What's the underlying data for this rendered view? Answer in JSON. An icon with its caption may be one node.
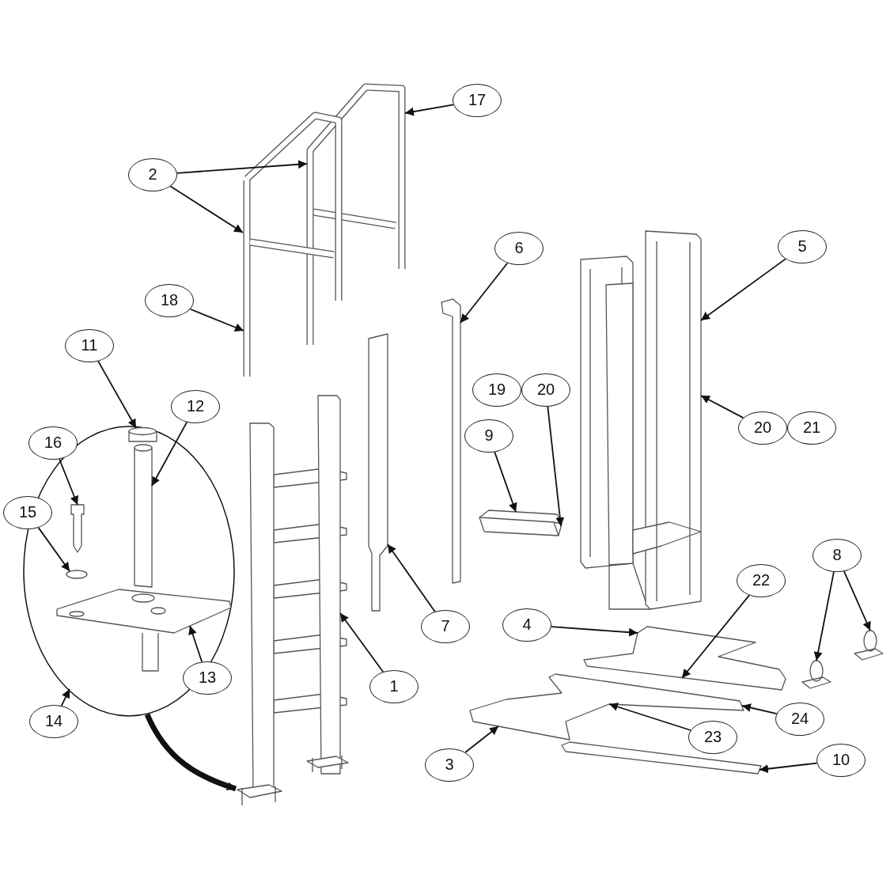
{
  "diagram": {
    "nodes": [
      {
        "text": [
          "17"
        ]
      },
      {
        "text": [
          "2"
        ]
      },
      {
        "text": [
          "6"
        ]
      },
      {
        "text": [
          "5"
        ]
      },
      {
        "text": [
          "18"
        ]
      },
      {
        "text": [
          "11"
        ]
      },
      {
        "text": [
          "19"
        ]
      },
      {
        "text": [
          "20"
        ]
      },
      {
        "text": [
          "12"
        ]
      },
      {
        "text": [
          "20"
        ]
      },
      {
        "text": [
          "21"
        ]
      },
      {
        "text": [
          "16"
        ]
      },
      {
        "text": [
          "9"
        ]
      },
      {
        "text": [
          "15"
        ]
      },
      {
        "text": [
          "8"
        ]
      },
      {
        "text": [
          "22"
        ]
      },
      {
        "text": [
          "4"
        ]
      },
      {
        "text": [
          "7"
        ]
      },
      {
        "text": [
          "13"
        ]
      },
      {
        "text": [
          "1"
        ]
      },
      {
        "text": [
          "14"
        ]
      },
      {
        "text": [
          "24"
        ]
      },
      {
        "text": [
          "23"
        ]
      },
      {
        "text": [
          "3"
        ]
      },
      {
        "text": [
          "10"
        ]
      },
      {
        "text": [],
        "shape": "picture"
      },
      {
        "text": [],
        "shape": "bar"
      },
      {
        "text": [],
        "shape": "picture"
      },
      {
        "text": [],
        "shape": "circle"
      },
      {
        "text": [],
        "shape": "cylinder",
        "in": 28
      },
      {
        "text": [],
        "shape": "picture",
        "in": 28
      },
      {
        "text": [],
        "shape": "picture",
        "in": 28
      },
      {
        "text": [],
        "shape": "circle",
        "in": 28
      },
      {
        "text": [],
        "shape": "picture",
        "in": 28
      },
      {
        "text": [],
        "shape": "picture"
      },
      {
        "text": [],
        "shape": "picture"
      },
      {
        "text": [],
        "shape": "bar"
      },
      {
        "text": [],
        "shape": "picture"
      },
      {
        "text": [],
        "shape": "picture"
      },
      {
        "text": [],
        "shape": "picture"
      },
      {
        "text": [],
        "shape": "picture"
      },
      {
        "text": [],
        "shape": "bar"
      }
    ],
    "edges": [
      {
        "from": 0,
        "to": 25,
        "arrow": "to"
      },
      {
        "from": 1,
        "to": 25,
        "arrow": "to"
      },
      {
        "from": 1,
        "to": 25,
        "arrow": "to"
      },
      {
        "from": 2,
        "to": 36,
        "arrow": "to"
      },
      {
        "from": 3,
        "to": 27,
        "arrow": "to"
      },
      {
        "from": 4,
        "to": 25,
        "arrow": "to"
      },
      {
        "from": 5,
        "to": 29,
        "arrow": "to"
      },
      {
        "from": 7,
        "to": 35,
        "arrow": "to"
      },
      {
        "from": 8,
        "to": 30,
        "arrow": "to"
      },
      {
        "from": 9,
        "to": 27,
        "arrow": "to"
      },
      {
        "from": 11,
        "to": 31,
        "arrow": "to"
      },
      {
        "from": 12,
        "to": 35,
        "arrow": "to"
      },
      {
        "from": 13,
        "to": 32,
        "arrow": "to"
      },
      {
        "from": 14,
        "to": 37,
        "arrow": "to"
      },
      {
        "from": 14,
        "to": 38,
        "arrow": "to"
      },
      {
        "from": 15,
        "to": 39,
        "arrow": "to"
      },
      {
        "from": 16,
        "to": 39,
        "arrow": "to"
      },
      {
        "from": 17,
        "to": 26,
        "arrow": "to"
      },
      {
        "from": 18,
        "to": 33,
        "arrow": "to"
      },
      {
        "from": 19,
        "to": 34,
        "arrow": "to"
      },
      {
        "from": 20,
        "to": 28,
        "arrow": "to"
      },
      {
        "from": 21,
        "to": 40,
        "arrow": "to"
      },
      {
        "from": 22,
        "to": 40,
        "arrow": "to"
      },
      {
        "from": 23,
        "to": 40,
        "arrow": "to"
      },
      {
        "from": 24,
        "to": 41,
        "arrow": "to"
      },
      {
        "from": 28,
        "to": 34,
        "arrow": "to",
        "style": "thick"
      }
    ]
  }
}
